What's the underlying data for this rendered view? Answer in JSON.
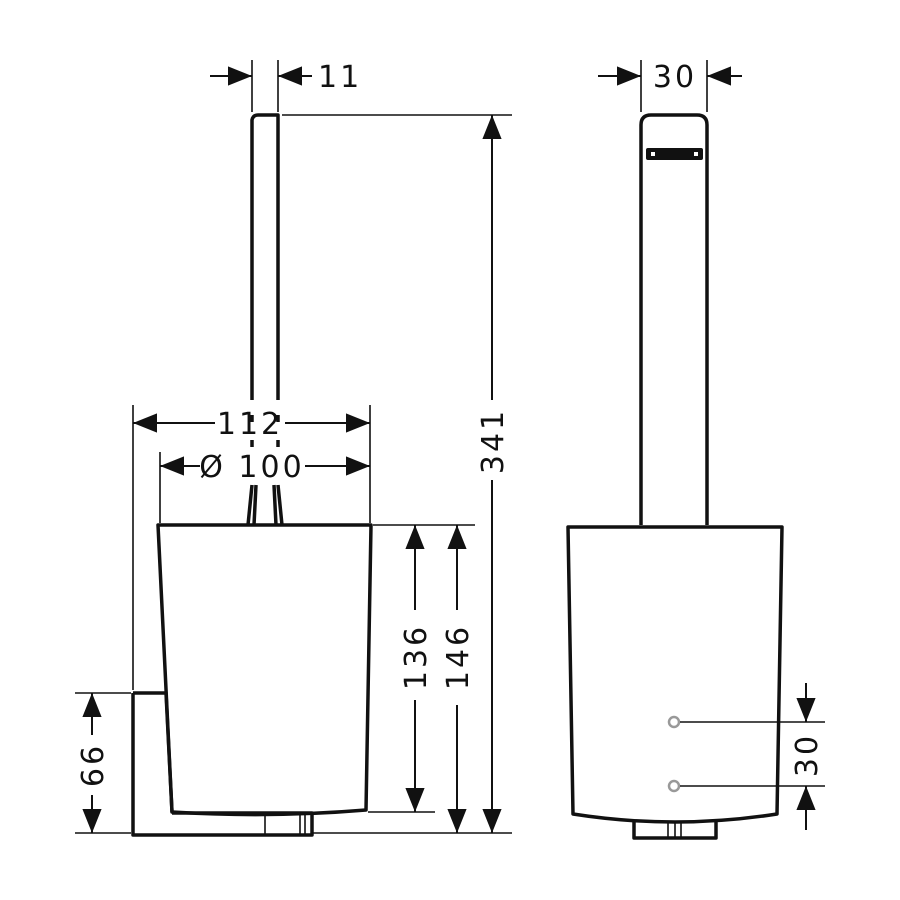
{
  "drawing": {
    "dimensions": {
      "handle_width_side": "11",
      "handle_width_front": "30",
      "total_height": "341",
      "overall_depth": "112",
      "bowl_diameter": "Ø 100",
      "bowl_height": "136",
      "holder_height": "146",
      "wall_bracket_height": "66",
      "hole_spacing": "30"
    },
    "colors": {
      "line": "#111111",
      "hole": "#999999"
    }
  }
}
